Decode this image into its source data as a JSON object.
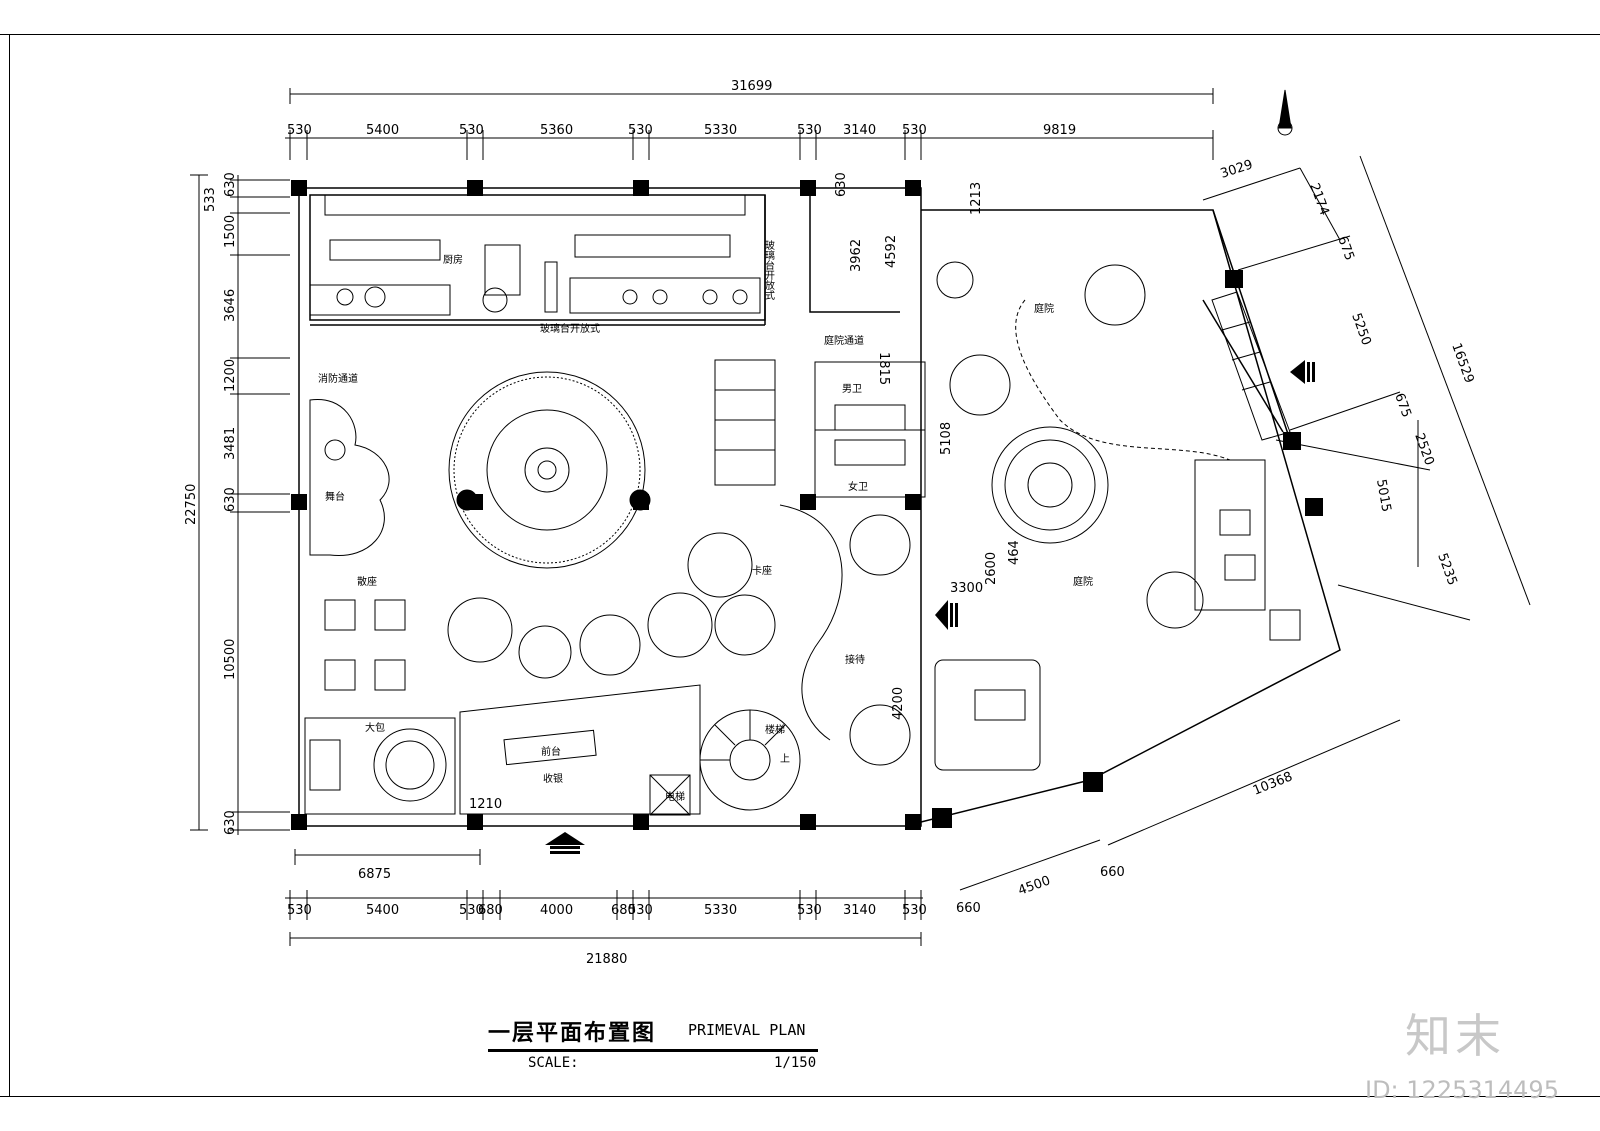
{
  "plan": {
    "title_cn": "一层平面布置图",
    "title_en": "PRIMEVAL PLAN",
    "scale_label": "SCALE:",
    "scale_value": "1/150"
  },
  "dims": {
    "top_total": "31699",
    "top_row": [
      "530",
      "5400",
      "530",
      "5360",
      "530",
      "5330",
      "530",
      "3140",
      "530",
      "9819"
    ],
    "bottom_total": "21880",
    "bottom_row": [
      "530",
      "5400",
      "530",
      "680",
      "4000",
      "680",
      "530",
      "5330",
      "530",
      "3140",
      "530"
    ],
    "bottom_6875": "6875",
    "bottom_1210": "1210",
    "left_total": "22750",
    "left_col": [
      "630",
      "533",
      "1500",
      "3646",
      "1200",
      "3481",
      "630",
      "10500",
      "630"
    ],
    "mid": [
      "630",
      "3962",
      "4592",
      "1213",
      "1815",
      "5108",
      "2600",
      "464",
      "3300",
      "4200"
    ],
    "right": [
      "3029",
      "2174",
      "675",
      "5250",
      "16529",
      "675",
      "2520",
      "5015",
      "5235",
      "10368",
      "4500",
      "660",
      "660"
    ]
  },
  "rooms": {
    "kitchen": "厨房",
    "glass_open_1": "玻璃台开放式",
    "glass_open_2": "玻璃台开放式",
    "fire_passage": "消防通道",
    "stage": "舞台",
    "loose_seat": "散座",
    "big_room": "大包",
    "front_desk": "前台",
    "cashier": "收银",
    "booth": "卡座",
    "reception": "接待",
    "stairs": "楼梯",
    "up": "上",
    "elevator": "电梯",
    "men_wc": "男卫",
    "women_wc": "女卫",
    "garden_passage": "庭院通道",
    "garden_1": "庭院",
    "garden_2": "庭院"
  },
  "watermark": {
    "logo": "知末",
    "id": "ID: 1225314495"
  }
}
